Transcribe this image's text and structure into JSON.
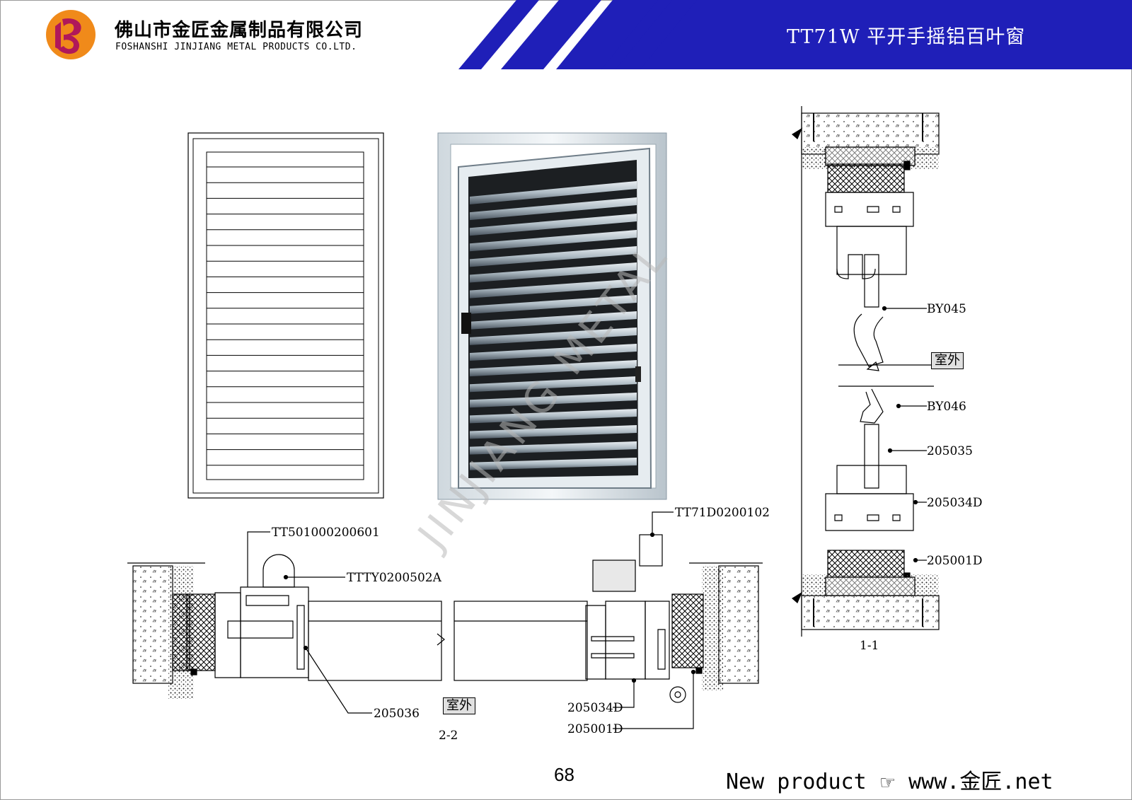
{
  "header": {
    "company_cn": "佛山市金匠金属制品有限公司",
    "company_en": "FOSHANSHI JINJIANG METAL PRODUCTS CO.LTD.",
    "doc_title": "TT71W 平开手摇铝百叶窗",
    "band_color": "#1f1fb8",
    "logo_icon": "jinjiang-logo-icon",
    "logo_color": "#f08a1a",
    "logo_glyph_color": "#b0185a"
  },
  "watermark": "JINJIANG METAL",
  "section_1_1": {
    "title": "1-1",
    "outside_tag": "室外",
    "callouts": [
      "BY045",
      "BY046",
      "205035",
      "205034D",
      "205001D"
    ]
  },
  "section_2_2": {
    "title": "2-2",
    "outside_tag": "室外",
    "callouts": {
      "handle_part": "TT501000200601",
      "operator": "TTTY0200502A",
      "left_profile": "205036",
      "hinge": "TT71D0200102",
      "sash_profile": "205034D",
      "frame_profile": "205001D"
    }
  },
  "footer": {
    "page_number": "68",
    "new_product": "New product",
    "hand_icon": "pointing-hand-icon",
    "website": "www.金匠.net"
  }
}
